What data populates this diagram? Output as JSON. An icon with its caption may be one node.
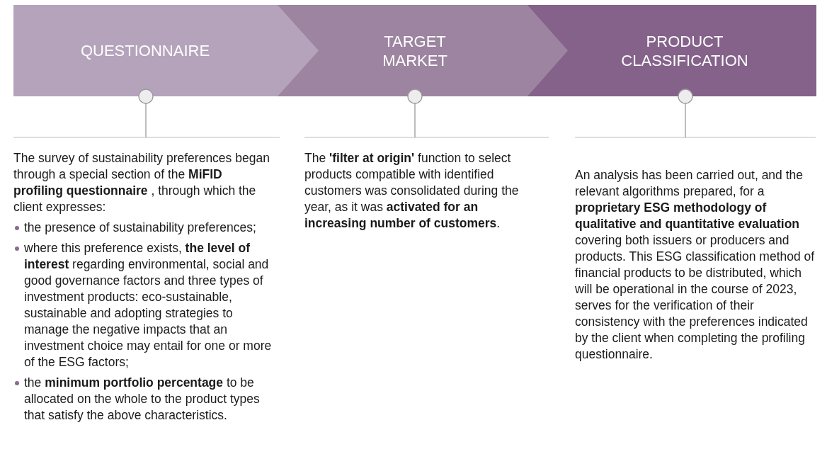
{
  "diagram": {
    "nodes": [
      {
        "text": [
          "QUESTIONNAIRE"
        ]
      },
      {
        "text": [
          "TARGET MARKET"
        ]
      },
      {
        "text": [
          "PRODUCT CLASSIFICATION"
        ]
      }
    ],
    "labels": [
      "The survey of sustainability preferences began through a special section of the **MiFID profiling questionnaire** , through which the client expresses:",
      "the presence of sustainability preferences;",
      "where this preference exists, **the level of interest** regarding environmental, social and good governance factors and three types of investment products: eco-sustainable, sustainable and adopting strategies to manage the negative impacts that an investment choice may entail for one or more of the ESG factors;",
      "the **minimum portfolio percentage** to be allocated on the whole to the product types that satisfy the above characteristics.",
      "The **'filter at origin'** function to select products compatible with identified customers was consolidated during the year, as it was **activated for an increasing number of customers**.",
      "An analysis has been carried out, and the relevant algorithms prepared, for a **proprietary ESG methodology of qualitative and quantitative evaluation** covering both issuers or producers and products. This ESG classification method of financial products to be distributed, which will be operational in the course of 2023, serves for the verification of their consistency with the preferences indicated by the client when completing the profiling questionnaire."
    ]
  }
}
